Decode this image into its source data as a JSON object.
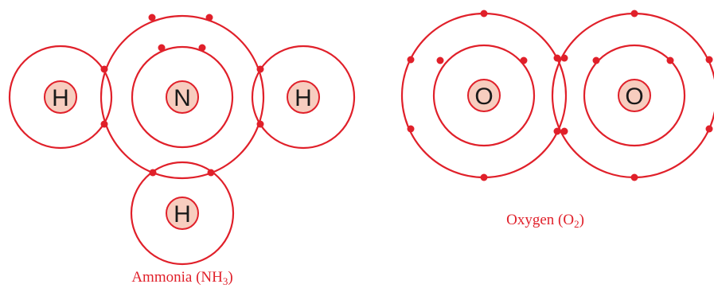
{
  "colors": {
    "orbit": "#e0202a",
    "nucleus_fill": "#f7cdbf",
    "symbol": "#1a1a1a",
    "caption": "#e0202a"
  },
  "ammonia": {
    "caption": "Ammonia (NH",
    "caption_subscript": "3",
    "caption_close": ")",
    "atoms": {
      "nitrogen": "N",
      "hydrogen_left": "H",
      "hydrogen_right": "H",
      "hydrogen_bottom": "H"
    }
  },
  "oxygen": {
    "caption": "Oxygen (O",
    "caption_subscript": "2",
    "caption_close": ")",
    "atoms": {
      "oxygen_left": "O",
      "oxygen_right": "O"
    }
  }
}
